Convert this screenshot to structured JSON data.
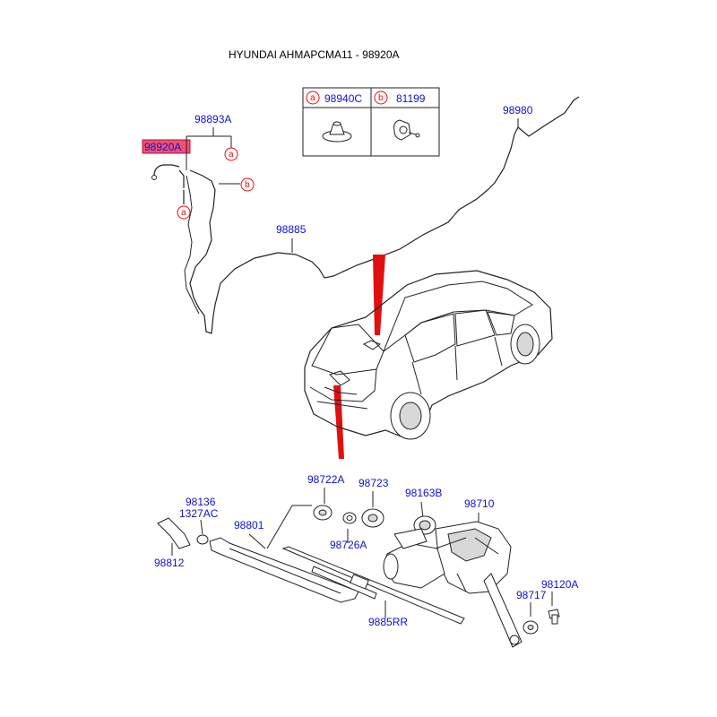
{
  "title": "HYUNDAI AHMAPCMA11 - 98920A",
  "legend": {
    "items": [
      {
        "ref": "a",
        "part": "98940C"
      },
      {
        "ref": "b",
        "part": "81199"
      }
    ]
  },
  "refs": {
    "a": "a",
    "b": "b"
  },
  "parts": {
    "p98920A": "98920A",
    "p98893A": "98893A",
    "p98885": "98885",
    "p98980": "98980",
    "p98722A": "98722A",
    "p98723": "98723",
    "p98163B": "98163B",
    "p98710": "98710",
    "p98136": "98136",
    "p1327AC": "1327AC",
    "p98801": "98801",
    "p98812": "98812",
    "p98726A": "98726A",
    "p98120A": "98120A",
    "p98717": "98717",
    "p9885RR": "9885RR"
  },
  "colors": {
    "part_number": "#1010d8",
    "reference": "#e01010",
    "highlight_fill": "#f05070",
    "pointer": "#e01010"
  }
}
